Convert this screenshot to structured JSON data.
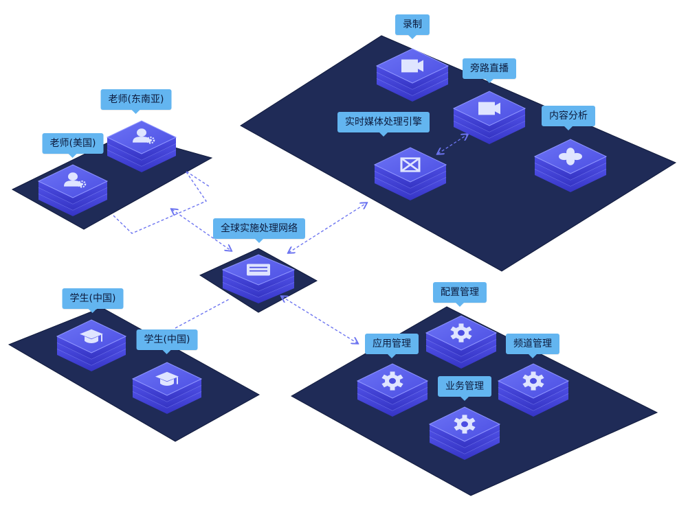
{
  "nodes": {
    "teacher_sea": "老师(东南亚)",
    "teacher_us": "老师(美国)",
    "recording": "录制",
    "bypass_live": "旁路直播",
    "realtime_engine": "实时媒体处理引擎",
    "content_analysis": "内容分析",
    "global_network": "全球实施处理网络",
    "student_cn_1": "学生(中国)",
    "student_cn_2": "学生(中国)",
    "config_mgmt": "配置管理",
    "app_mgmt": "应用管理",
    "channel_mgmt": "频道管理",
    "business_mgmt": "业务管理"
  },
  "icons": {
    "teacher_sea": "user-gear-icon",
    "teacher_us": "user-gear-icon",
    "recording": "video-camera-icon",
    "bypass_live": "video-camera-icon",
    "realtime_engine": "media-engine-icon",
    "content_analysis": "four-petal-icon",
    "global_network": "server-chip-icon",
    "student_cn_1": "graduation-cap-icon",
    "student_cn_2": "graduation-cap-icon",
    "config_mgmt": "gear-icon",
    "app_mgmt": "gear-icon",
    "channel_mgmt": "gear-icon",
    "business_mgmt": "gear-icon"
  },
  "colors": {
    "platform": "#1f2b57",
    "platform_edge": "#101a3c",
    "label_bg": "#63b5f0",
    "label_text": "#0c1a3c",
    "block_top": "#5a63ee",
    "block_side": "#3e3ed4",
    "icon": "#dfe5ff",
    "connector": "#6c74f0"
  }
}
